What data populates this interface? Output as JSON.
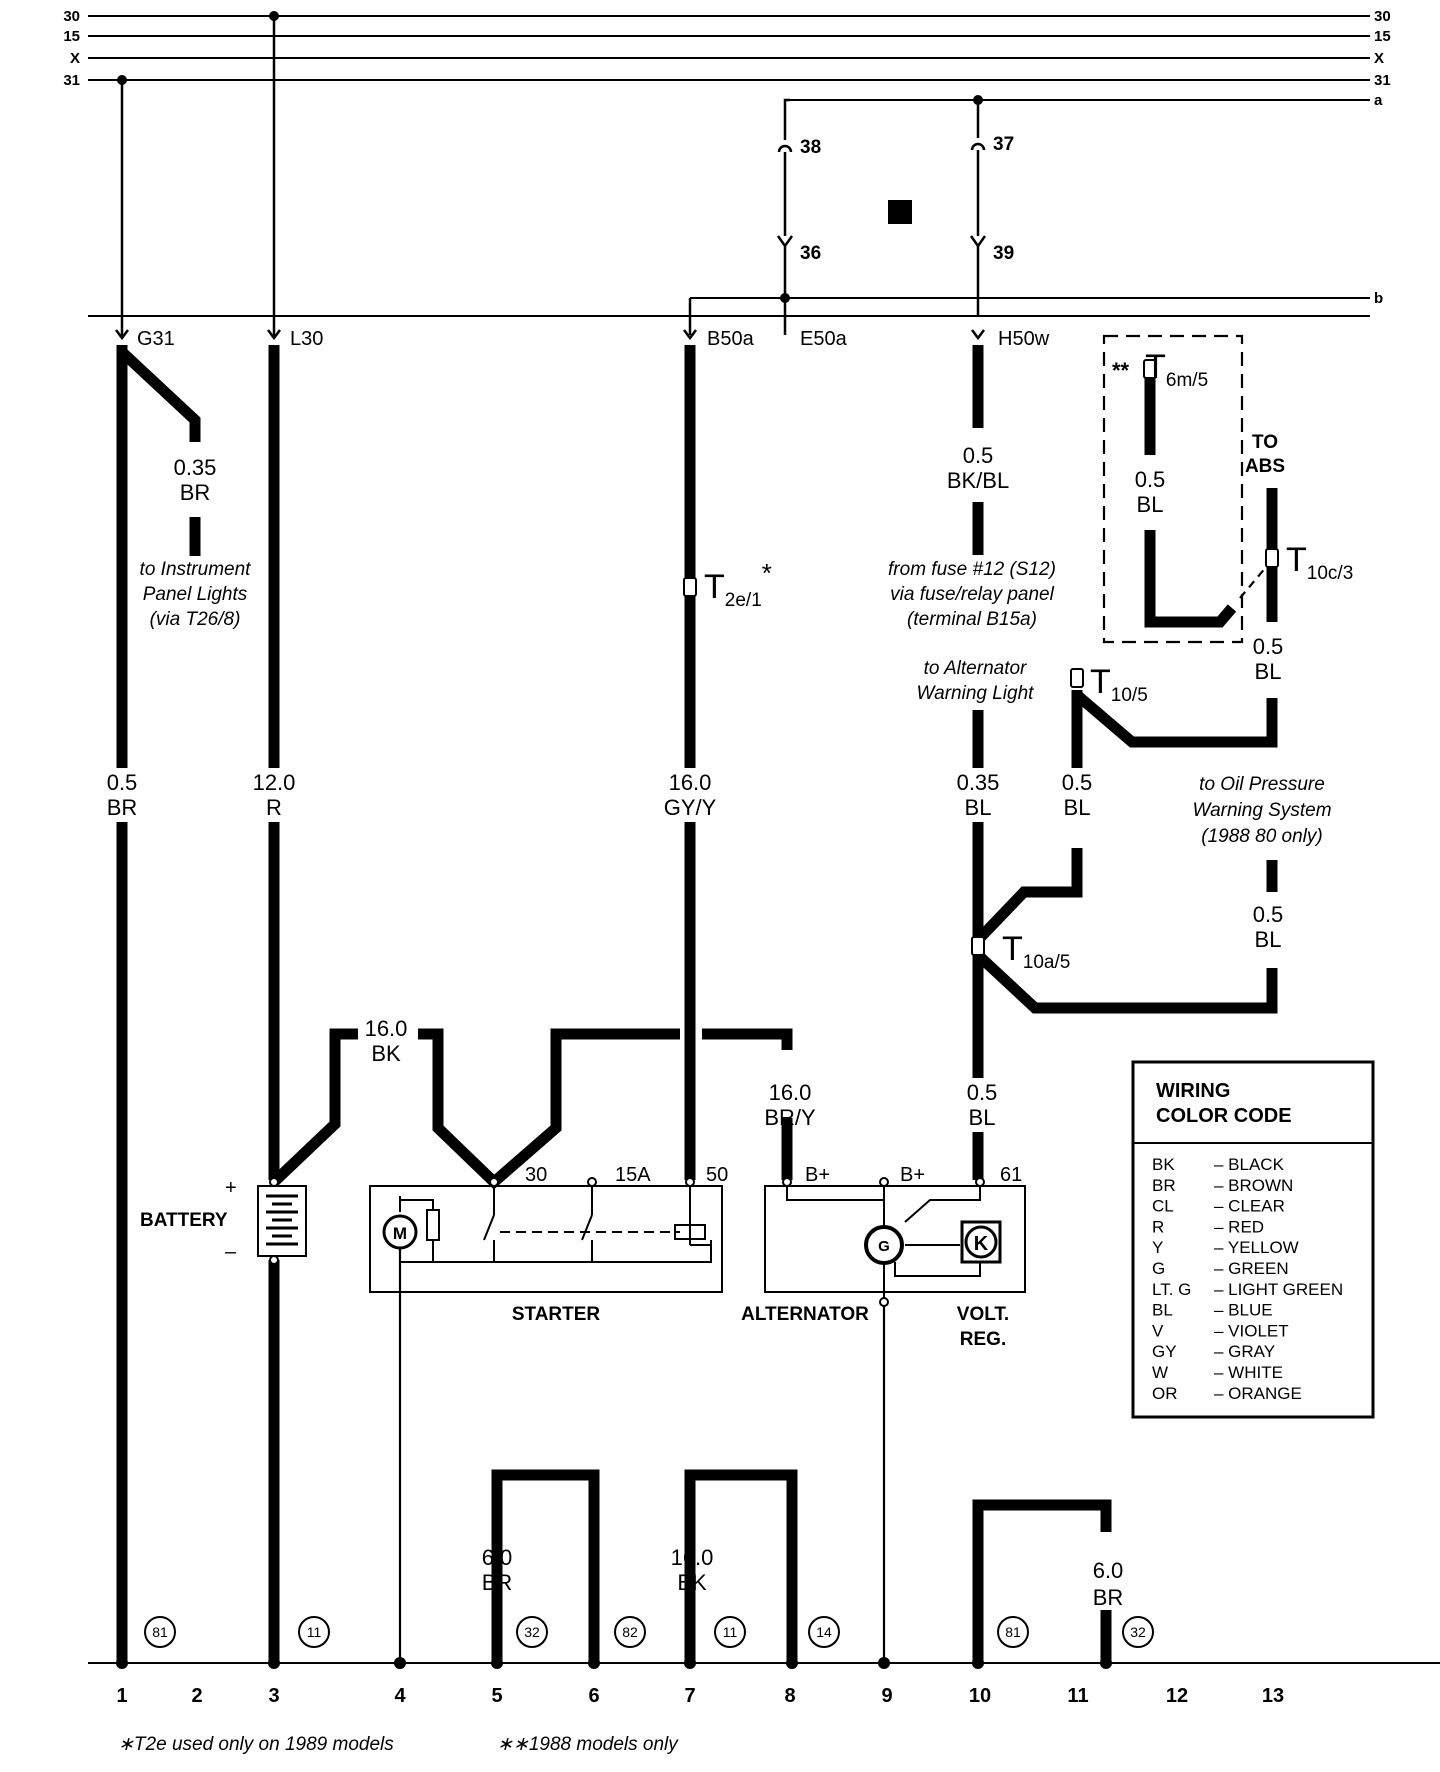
{
  "bus_lines": [
    {
      "name": "30"
    },
    {
      "name": "15"
    },
    {
      "name": "X"
    },
    {
      "name": "31"
    }
  ],
  "bus_lines_internal": [
    {
      "name": "a"
    },
    {
      "name": "b"
    }
  ],
  "fuse_terminals": [
    "38",
    "37",
    "36",
    "39"
  ],
  "top_taps": [
    "G31",
    "L30",
    "B50a",
    "E50a",
    "H50w"
  ],
  "wire_labels": {
    "w1": {
      "size": "0.35",
      "color": "BR"
    },
    "w2": {
      "size": "0.5",
      "color": "BK/BL"
    },
    "w3": {
      "size": "0.5",
      "color": "BL"
    },
    "w4": {
      "size": "0.5",
      "color": "BL"
    },
    "w5": {
      "size": "0.5",
      "color": "BR"
    },
    "w6": {
      "size": "12.0",
      "color": "R"
    },
    "w7": {
      "size": "16.0",
      "color": "GY/Y"
    },
    "w8": {
      "size": "0.35",
      "color": "BL"
    },
    "w9": {
      "size": "0.5",
      "color": "BL"
    },
    "w10": {
      "size": "0.5",
      "color": "BL"
    },
    "w11": {
      "size": "16.0",
      "color": "BK"
    },
    "w12": {
      "size": "16.0",
      "color": "BR/Y"
    },
    "w13": {
      "size": "0.5",
      "color": "BL"
    },
    "w14": {
      "size": "6.0",
      "color": "BR"
    },
    "w15": {
      "size": "16.0",
      "color": "BK"
    },
    "w16": {
      "size": "6.0",
      "color": "BR"
    }
  },
  "connectors": {
    "t2e": {
      "main": "T",
      "sub": "2e/1",
      "mark": "*"
    },
    "t6m": {
      "prefix": "**",
      "main": "T",
      "sub": "6m/5"
    },
    "t10c": {
      "main": "T",
      "sub": "10c/3"
    },
    "t105": {
      "main": "T",
      "sub": "10/5"
    },
    "t10a": {
      "main": "T",
      "sub": "10a/5"
    }
  },
  "notes": {
    "instrument": [
      "to Instrument",
      "Panel Lights",
      "(via T26/8)"
    ],
    "fuse": [
      "from fuse #12 (S12)",
      "via fuse/relay panel",
      "(terminal B15a)"
    ],
    "alt_warn": [
      "to Alternator",
      "Warning Light"
    ],
    "oil": [
      "to Oil Pressure",
      "Warning System",
      "(1988 80 only)"
    ],
    "abs": [
      "TO",
      "ABS"
    ]
  },
  "components": {
    "battery": {
      "label": "BATTERY",
      "plus": "+",
      "minus": "–"
    },
    "starter": {
      "label": "STARTER",
      "terminals": [
        "30",
        "15A",
        "50"
      ],
      "motor": "M"
    },
    "alternator": {
      "label": "ALTERNATOR",
      "terminal": "B+",
      "symbol": "G"
    },
    "regulator": {
      "label1": "VOLT.",
      "label2": "REG.",
      "terminals": [
        "B+",
        "61"
      ],
      "symbol": "K"
    }
  },
  "color_code": {
    "title1": "WIRING",
    "title2": "COLOR CODE",
    "entries": [
      {
        "code": "BK",
        "name": "– BLACK"
      },
      {
        "code": "BR",
        "name": "– BROWN"
      },
      {
        "code": "CL",
        "name": "– CLEAR"
      },
      {
        "code": "R",
        "name": "– RED"
      },
      {
        "code": "Y",
        "name": "– YELLOW"
      },
      {
        "code": "G",
        "name": "– GREEN"
      },
      {
        "code": "LT. G",
        "name": "– LIGHT GREEN"
      },
      {
        "code": "BL",
        "name": "– BLUE"
      },
      {
        "code": "V",
        "name": "– VIOLET"
      },
      {
        "code": "GY",
        "name": "– GRAY"
      },
      {
        "code": "W",
        "name": "– WHITE"
      },
      {
        "code": "OR",
        "name": "– ORANGE"
      }
    ]
  },
  "ground_refs": [
    "81",
    "11",
    "32",
    "82",
    "11",
    "14",
    "81",
    "32"
  ],
  "column_numbers": [
    "1",
    "2",
    "3",
    "4",
    "5",
    "6",
    "7",
    "8",
    "9",
    "10",
    "11",
    "12",
    "13"
  ],
  "footnotes": [
    "∗T2e used only on 1989 models",
    "∗∗1988 models only"
  ]
}
